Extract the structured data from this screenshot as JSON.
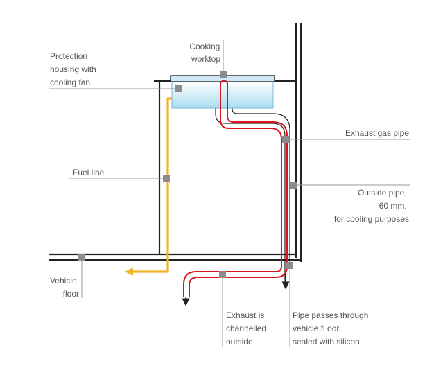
{
  "labels": {
    "cooking_worktop": [
      "Cooking",
      "worktop"
    ],
    "protection_housing": [
      "Protection",
      "housing with",
      "cooling fan"
    ],
    "fuel_line": [
      "Fuel line"
    ],
    "exhaust_gas_pipe": [
      "Exhaust gas pipe"
    ],
    "outside_pipe": [
      "Outside pipe,",
      "60 mm,",
      "for cooling purposes"
    ],
    "vehicle_floor": [
      "Vehicle",
      "floor"
    ],
    "exhaust_outside": [
      "Exhaust is",
      "channelled",
      "outside"
    ],
    "pipe_passes": [
      "Pipe passes through",
      "vehicle fl oor,",
      "sealed with silicon"
    ]
  },
  "colors": {
    "structure": "#222222",
    "leader": "#9a9a9a",
    "marker": "#8c8c8c",
    "fuel_line": "#f0b429",
    "exhaust_red": "#d9141b",
    "housing_top": "#ffffff",
    "housing_bottom": "#a9dcf2",
    "text": "#555555"
  }
}
